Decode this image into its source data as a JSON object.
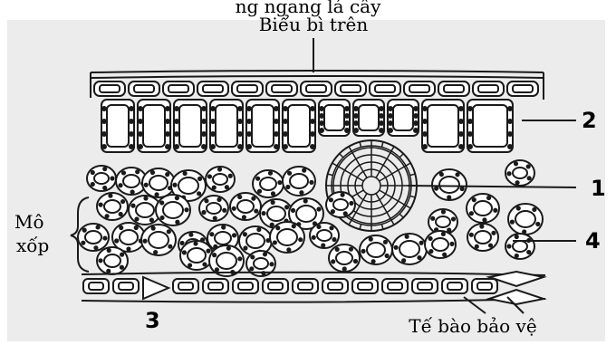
{
  "diagram": {
    "cut_top_text": "ng ngang lá cây",
    "labels": {
      "upper_epidermis": "Biểu bì trên",
      "spongy_tissue_line1": "Mô",
      "spongy_tissue_line2": "xốp",
      "guard_cells": "Tế bào bảo vệ",
      "num_1": "1",
      "num_2": "2",
      "num_3": "3",
      "num_4": "4"
    },
    "colors": {
      "background": "#ffffff",
      "panel": "#ececec",
      "ink": "#1a1a1a"
    }
  }
}
